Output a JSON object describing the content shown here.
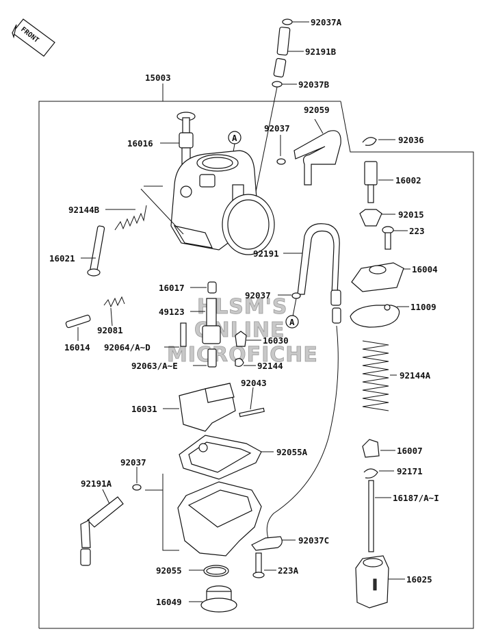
{
  "front_badge": "FRONT",
  "callout_a": "A",
  "watermark": [
    "HLSM'S",
    "ONLINE",
    "MICROFICHE"
  ],
  "parts": {
    "p92037A": "92037A",
    "p92191B": "92191B",
    "p92037B": "92037B",
    "p15003": "15003",
    "p92059": "92059",
    "p92037_top": "92037",
    "p16016": "16016",
    "p92036": "92036",
    "p16002": "16002",
    "p92144B": "92144B",
    "p92015": "92015",
    "p223": "223",
    "p16021": "16021",
    "p92191": "92191",
    "p16004": "16004",
    "p16017": "16017",
    "p92037_mid": "92037",
    "p11009": "11009",
    "p49123": "49123",
    "p92081": "92081",
    "p16030": "16030",
    "p16014": "16014",
    "p92064": "92064/A~D",
    "p92063": "92063/A~E",
    "p92144": "92144",
    "p92144A": "92144A",
    "p92043": "92043",
    "p16031": "16031",
    "p92055A": "92055A",
    "p16007": "16007",
    "p92037_low": "92037",
    "p92171": "92171",
    "p92191A": "92191A",
    "p16187": "16187/A~I",
    "p92037C": "92037C",
    "p92055": "92055",
    "p223A": "223A",
    "p16025": "16025",
    "p16049": "16049"
  }
}
